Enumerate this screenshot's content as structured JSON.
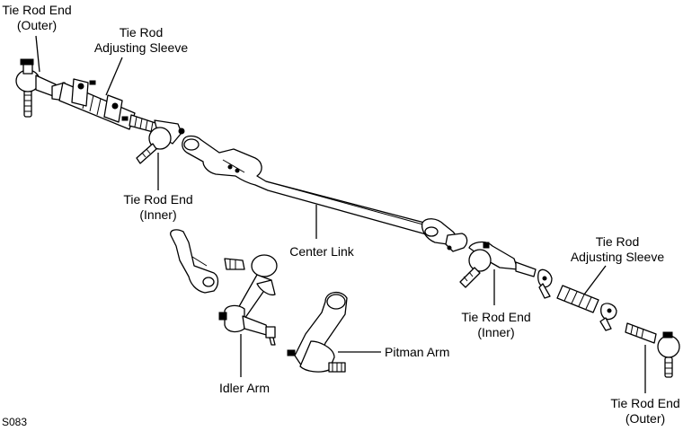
{
  "labels": {
    "tie_rod_end_outer_left": {
      "line1": "Tie Rod End",
      "line2": "(Outer)"
    },
    "tie_rod_adjusting_sleeve_left": {
      "line1": "Tie Rod",
      "line2": "Adjusting Sleeve"
    },
    "tie_rod_end_inner_left": {
      "line1": "Tie Rod End",
      "line2": "(Inner)"
    },
    "center_link": "Center Link",
    "tie_rod_adjusting_sleeve_right": {
      "line1": "Tie Rod",
      "line2": "Adjusting Sleeve"
    },
    "tie_rod_end_inner_right": {
      "line1": "Tie Rod End",
      "line2": "(Inner)"
    },
    "idler_arm": "Idler Arm",
    "pitman_arm": "Pitman Arm",
    "tie_rod_end_outer_right": {
      "line1": "Tie Rod End",
      "line2": "(Outer)"
    }
  },
  "figure_code": "S083"
}
